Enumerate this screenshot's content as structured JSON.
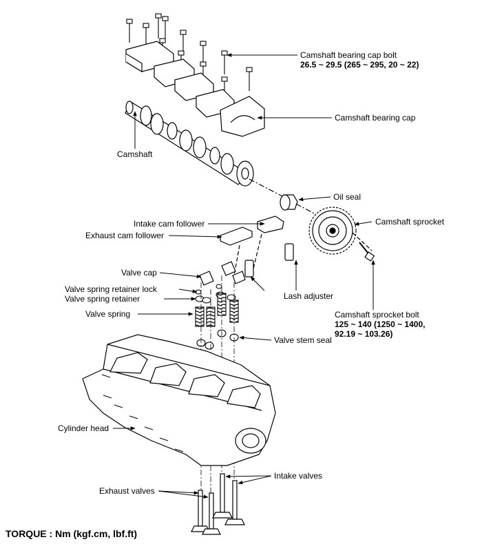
{
  "labels": {
    "camshaft_bearing_cap_bolt": "Camshaft bearing cap bolt",
    "camshaft_bearing_cap_bolt_torque": "26.5 ~ 29.5 (265 ~ 295, 20 ~ 22)",
    "camshaft_bearing_cap": "Camshaft bearing cap",
    "camshaft": "Camshaft",
    "oil_seal": "Oil seal",
    "intake_cam_follower": "Intake cam follower",
    "camshaft_sprocket": "Camshaft sprocket",
    "exhaust_cam_follower": "Exhaust cam follower",
    "valve_cap": "Valve cap",
    "valve_spring_retainer_lock": "Valve spring retainer lock",
    "lash_adjuster": "Lash adjuster",
    "valve_spring_retainer": "Valve spring retainer",
    "camshaft_sprocket_bolt": "Camshaft sprocket bolt",
    "camshaft_sprocket_bolt_torque_1": "125 ~ 140 (1250 ~ 1400,",
    "camshaft_sprocket_bolt_torque_2": "92.19 ~ 103.26)",
    "valve_spring": "Valve spring",
    "valve_stem_seal": "Valve stem seal",
    "cylinder_head": "Cylinder head",
    "intake_valves": "Intake valves",
    "exhaust_valves": "Exhaust valves"
  },
  "footer": {
    "torque_units": "TORQUE : Nm (kgf.cm, lbf.ft)"
  }
}
